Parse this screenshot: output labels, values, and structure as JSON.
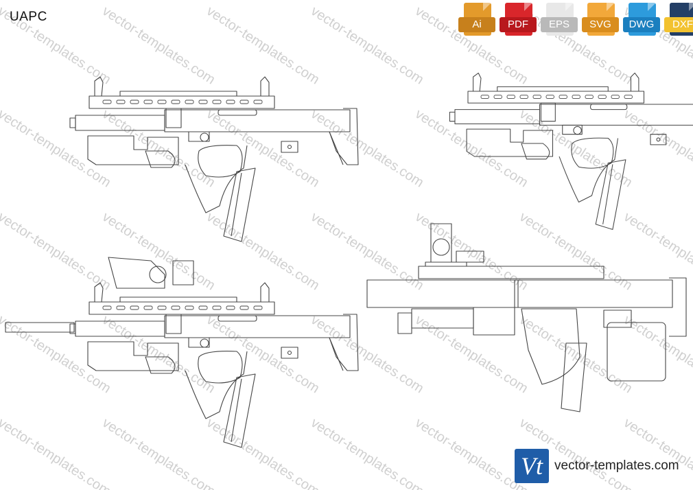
{
  "title": "UAPC",
  "formats": [
    {
      "label": "Ai",
      "color": "#e39a2b",
      "band": "#c7801c",
      "icon": "ai-file-icon"
    },
    {
      "label": "PDF",
      "color": "#d9262b",
      "band": "#b8181d",
      "icon": "pdf-file-icon"
    },
    {
      "label": "EPS",
      "color": "#e8e8e8",
      "band": "#b9b9b9",
      "icon": "eps-file-icon"
    },
    {
      "label": "SVG",
      "color": "#f2a83a",
      "band": "#d98d1d",
      "icon": "svg-file-icon"
    },
    {
      "label": "DWG",
      "color": "#2d9bdc",
      "band": "#1b7fbf",
      "icon": "dwg-file-icon"
    },
    {
      "label": "DXF",
      "color": "#243f66",
      "band": "#f2c230",
      "icon": "dxf-file-icon"
    }
  ],
  "watermark_text": "vector-templates.com",
  "brand": {
    "logo": "Vt",
    "text": "vector-templates.com",
    "color": "#1f5da8"
  }
}
